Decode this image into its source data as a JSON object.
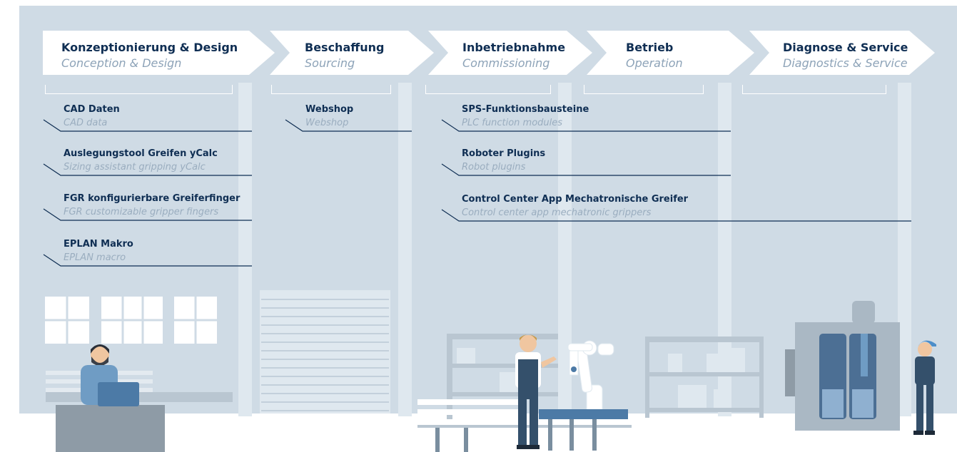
{
  "stages": [
    {
      "title": "Konzeptionierung & Design",
      "subtitle": "Conception & Design"
    },
    {
      "title": "Beschaffung",
      "subtitle": "Sourcing"
    },
    {
      "title": "Inbetriebnahme",
      "subtitle": "Commissioning"
    },
    {
      "title": "Betrieb",
      "subtitle": "Operation"
    },
    {
      "title": "Diagnose & Service",
      "subtitle": "Diagnostics & Service"
    }
  ],
  "tools": [
    {
      "title": "CAD Daten",
      "subtitle": "CAD data"
    },
    {
      "title": "Auslegungstool Greifen yCalc",
      "subtitle": "Sizing assistant gripping yCalc"
    },
    {
      "title": "FGR konfigurierbare Greiferfinger",
      "subtitle": "FGR customizable gripper fingers"
    },
    {
      "title": "EPLAN Makro",
      "subtitle": "EPLAN macro"
    },
    {
      "title": "Webshop",
      "subtitle": "Webshop"
    },
    {
      "title": "SPS-Funktionsbausteine",
      "subtitle": "PLC function modules"
    },
    {
      "title": "Roboter Plugins",
      "subtitle": "Robot plugins"
    },
    {
      "title": "Control Center App Mechatronische Greifer",
      "subtitle": "Control center app mechatronic grippers"
    }
  ],
  "colors": {
    "background": "#cfdbe5",
    "pillar": "#dfe8ef",
    "title": "#0f2e53",
    "subtitle": "#8da3b8",
    "line": "#0f2e53"
  }
}
